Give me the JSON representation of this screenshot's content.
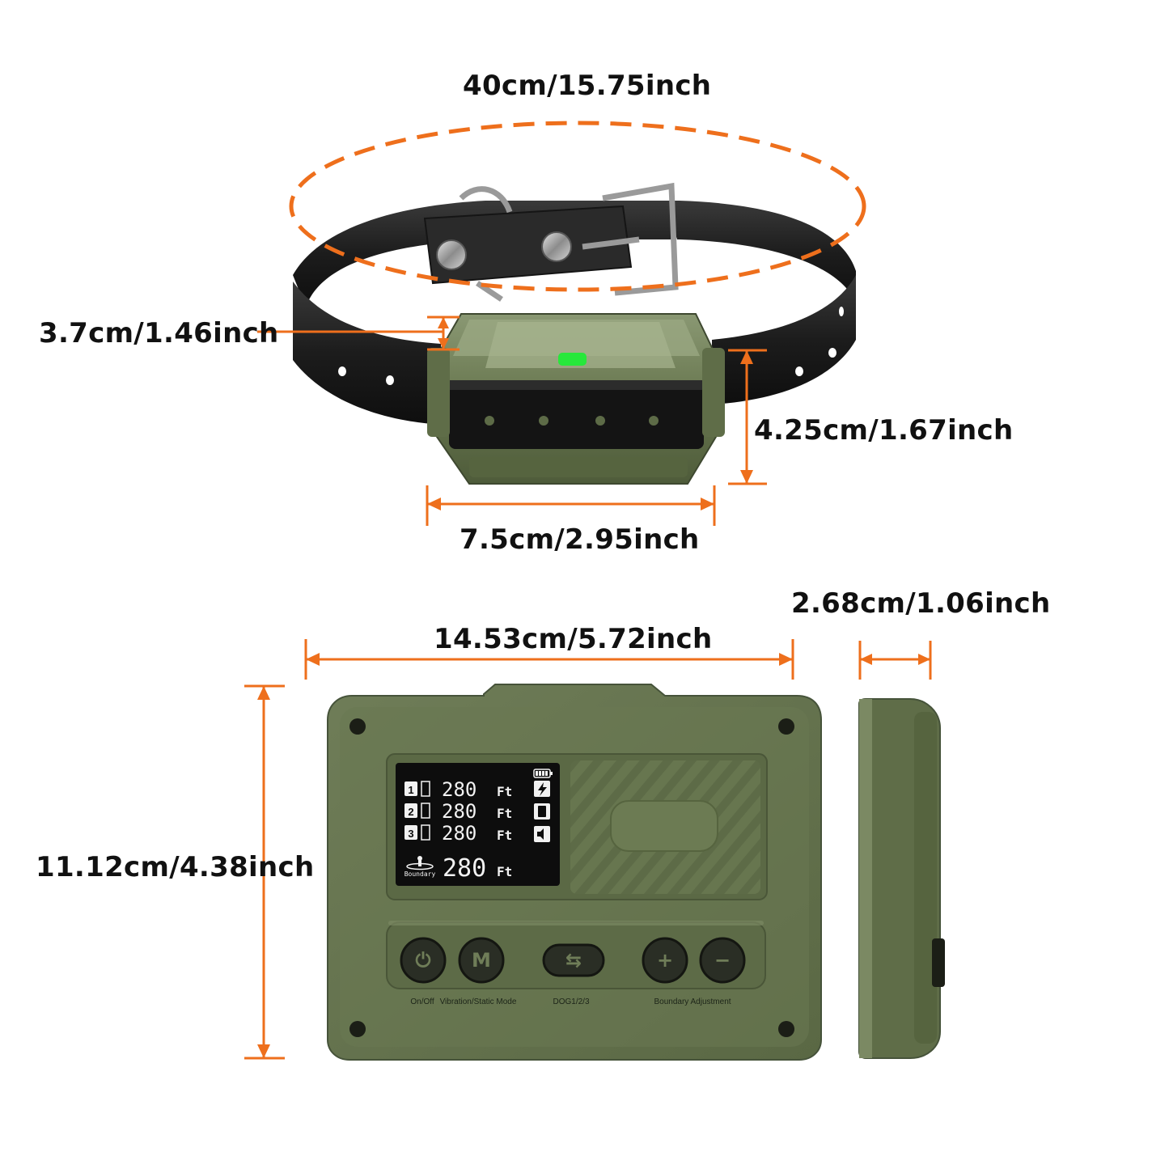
{
  "colors": {
    "accent": "#ee6f1c",
    "device_green": "#66754f",
    "strap_black": "#1e1e1e",
    "led_green": "#27e83b",
    "lcd_background": "#0d0d0d"
  },
  "collar": {
    "circumference_label": "40cm/15.75inch",
    "thickness_label": "3.7cm/1.46inch",
    "height_label": "4.25cm/1.67inch",
    "width_label": "7.5cm/2.95inch"
  },
  "remote": {
    "width_label": "14.53cm/5.72inch",
    "depth_label": "2.68cm/1.06inch",
    "height_label": "11.12cm/4.38inch",
    "lcd": {
      "rows": [
        {
          "dog": "1",
          "value": "280",
          "unit": "Ft"
        },
        {
          "dog": "2",
          "value": "280",
          "unit": "Ft"
        },
        {
          "dog": "3",
          "value": "280",
          "unit": "Ft"
        }
      ],
      "boundary_label": "Boundary",
      "boundary_value": "280",
      "boundary_unit": "Ft",
      "icons": [
        "battery-icon",
        "static-shock-icon",
        "vibration-icon",
        "sound-icon"
      ]
    },
    "buttons": [
      {
        "name": "power-button",
        "symbol": "⏻",
        "icon": "power-icon"
      },
      {
        "name": "mode-button",
        "symbol": "M",
        "icon": "mode-icon"
      },
      {
        "name": "dog-select-button",
        "symbol": "⇆",
        "icon": "swap-icon"
      },
      {
        "name": "plus-button",
        "symbol": "+",
        "icon": "plus-icon"
      },
      {
        "name": "minus-button",
        "symbol": "−",
        "icon": "minus-icon"
      }
    ],
    "labels": {
      "on_off": "On/Off",
      "mode": "Vibration/Static Mode",
      "dog": "DOG1/2/3",
      "boundary_adjust": "Boundary Adjustment"
    }
  }
}
